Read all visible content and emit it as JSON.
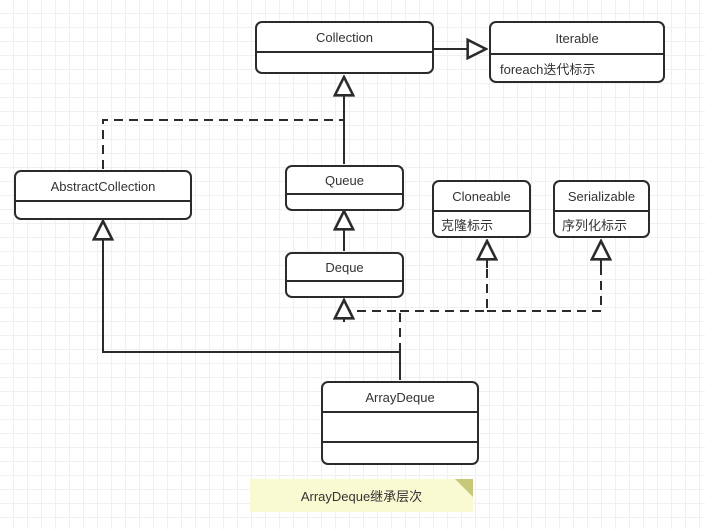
{
  "diagram": {
    "title": "ArrayDeque继承层次",
    "stroke_color": "#2b2b2b",
    "text_color": "#333333",
    "note_color": "#fafad2",
    "note_fold_color": "#c8c87a",
    "grid_color": "#f0f0f0",
    "background": "#ffffff"
  },
  "classes": {
    "collection": {
      "name": "Collection",
      "row1": ""
    },
    "iterable": {
      "name": "Iterable",
      "row1": "foreach迭代标示"
    },
    "abstract_collection": {
      "name": "AbstractCollection",
      "row1": ""
    },
    "queue": {
      "name": "Queue",
      "row1": ""
    },
    "deque": {
      "name": "Deque",
      "row1": ""
    },
    "cloneable": {
      "name": "Cloneable",
      "row1": "克隆标示"
    },
    "serializable": {
      "name": "Serializable",
      "row1": "序列化标示"
    },
    "array_deque": {
      "name": "ArrayDeque",
      "row1": "",
      "row2": ""
    }
  },
  "note": {
    "text": "ArrayDeque继承层次"
  },
  "relationships": [
    {
      "from": "Collection",
      "to": "Iterable",
      "type": "generalization"
    },
    {
      "from": "Queue",
      "to": "Collection",
      "type": "generalization"
    },
    {
      "from": "Deque",
      "to": "Queue",
      "type": "generalization"
    },
    {
      "from": "AbstractCollection",
      "to": "Collection",
      "type": "realization"
    },
    {
      "from": "ArrayDeque",
      "to": "AbstractCollection",
      "type": "generalization"
    },
    {
      "from": "ArrayDeque",
      "to": "Deque",
      "type": "realization"
    },
    {
      "from": "ArrayDeque",
      "to": "Cloneable",
      "type": "realization"
    },
    {
      "from": "ArrayDeque",
      "to": "Serializable",
      "type": "realization"
    }
  ]
}
